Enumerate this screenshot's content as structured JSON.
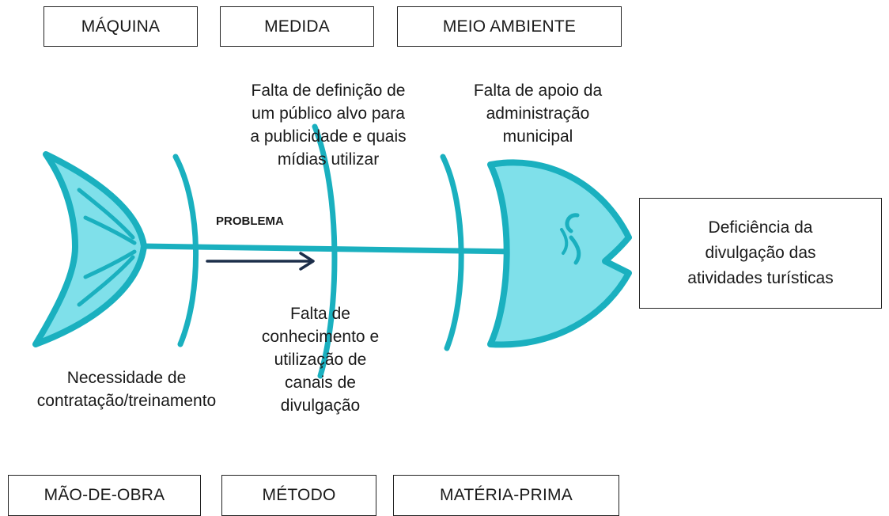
{
  "categories_top": [
    {
      "label": "MÁQUINA"
    },
    {
      "label": "MEDIDA"
    },
    {
      "label": "MEIO AMBIENTE"
    }
  ],
  "categories_bottom": [
    {
      "label": "MÃO-DE-OBRA"
    },
    {
      "label": "MÉTODO"
    },
    {
      "label": "MATÉRIA-PRIMA"
    }
  ],
  "causes": {
    "medida": [
      "Falta de definição de",
      "um público alvo para",
      "a publicidade e quais",
      "mídias utilizar"
    ],
    "meio_ambiente": [
      "Falta de apoio da",
      "administração",
      "municipal"
    ],
    "mao_de_obra": [
      "Necessidade de",
      "contratação/treinamento"
    ],
    "metodo": [
      "Falta de",
      "conhecimento e",
      "utilização de",
      "canais de",
      "divulgação"
    ]
  },
  "effect": {
    "lines": [
      "Deficiência da",
      "divulgação das",
      "atividades turísticas"
    ]
  },
  "problem_label": "PROBLEMA",
  "colors": {
    "fish_fill": "#7fe0ea",
    "fish_stroke": "#1ab0bf",
    "arrow": "#1c2e4a"
  }
}
